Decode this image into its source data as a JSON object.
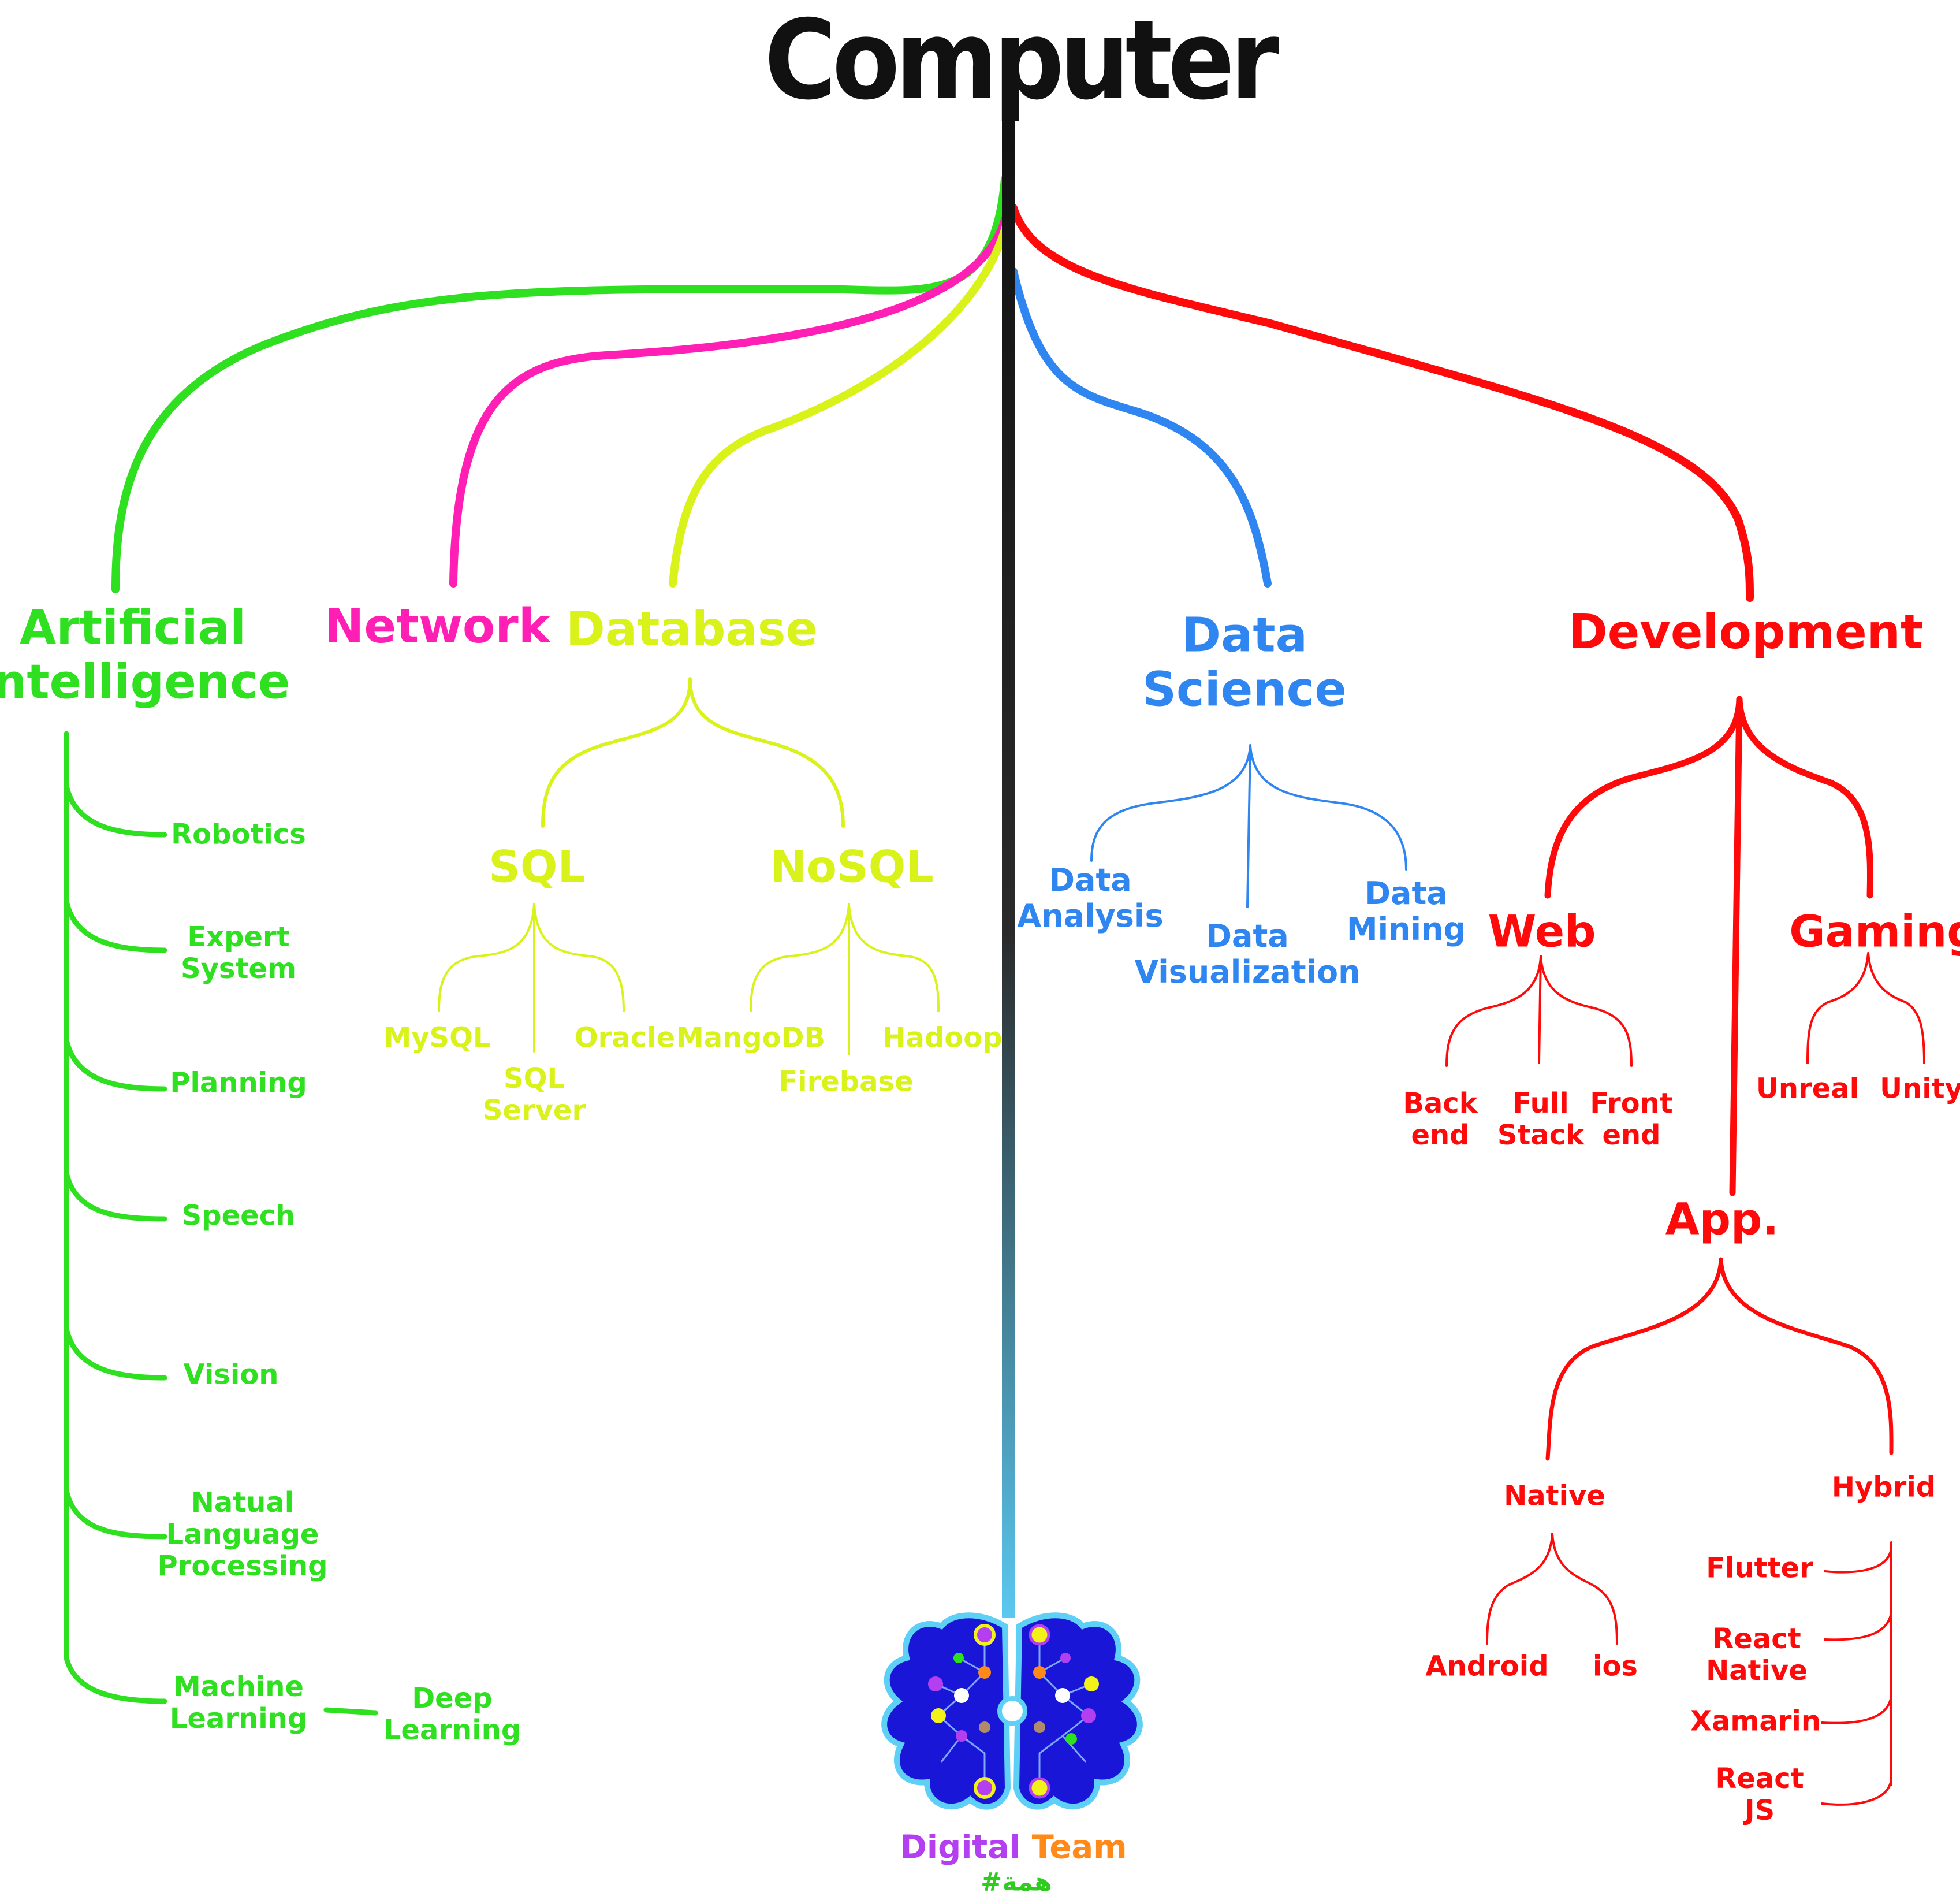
{
  "colors": {
    "root": "#111111",
    "ai": "#2ee01f",
    "network": "#ff1fb4",
    "database": "#d9f21a",
    "data_science": "#2f86f0",
    "development": "#ff0a0a",
    "logo_digital": "#b43ff0",
    "logo_team": "#ff8a1a",
    "logo_hashtag": "#2ecc1f",
    "brain_fill": "#1a16d8",
    "brain_outline": "#5fd0f5"
  },
  "root": {
    "label": "Computer"
  },
  "ai": {
    "label": "Artificial\nIntelligence",
    "items": [
      "Robotics",
      "Expert\nSystem",
      "Planning",
      "Speech",
      "Vision",
      "Natual\nLanguage\nProcessing",
      "Machine\nLearning"
    ],
    "deep": "Deep\nLearning"
  },
  "network": {
    "label": "Network"
  },
  "database": {
    "label": "Database",
    "sql": {
      "label": "SQL",
      "items": [
        "MySQL",
        "SQL\nServer",
        "Oracle"
      ]
    },
    "nosql": {
      "label": "NoSQL",
      "items": [
        "MangoDB",
        "Firebase",
        "Hadoop"
      ]
    }
  },
  "data_science": {
    "label": "Data\nScience",
    "items": [
      "Data\nAnalysis",
      "Data\nVisualization",
      "Data\nMining"
    ]
  },
  "development": {
    "label": "Development",
    "web": {
      "label": "Web",
      "items": [
        "Back\nend",
        "Full\nStack",
        "Front\nend"
      ]
    },
    "gaming": {
      "label": "Gaming",
      "items": [
        "Unreal",
        "Unity"
      ]
    },
    "app": {
      "label": "App.",
      "native": {
        "label": "Native",
        "items": [
          "Android",
          "ios"
        ]
      },
      "hybrid": {
        "label": "Hybrid",
        "items": [
          "Flutter",
          "React\nNative",
          "Xamarin",
          "React\nJS"
        ]
      }
    }
  },
  "logo": {
    "word1": "Digital",
    "word2": "Team",
    "hashtag": "#همة"
  }
}
